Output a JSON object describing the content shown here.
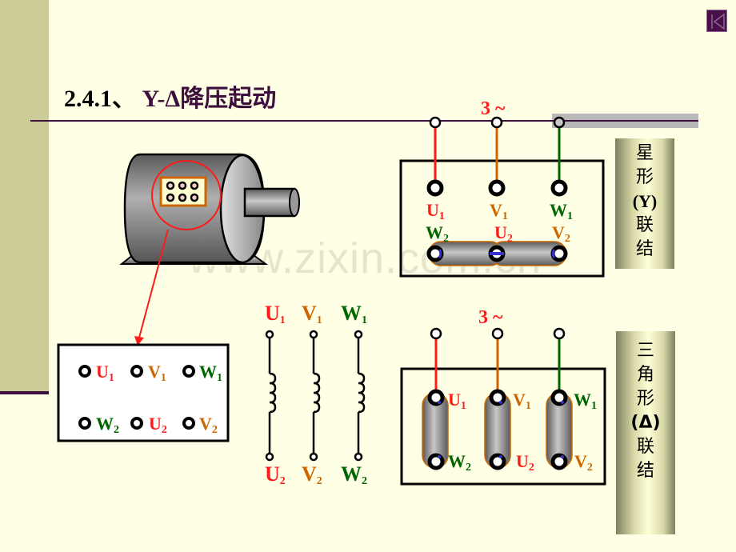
{
  "title": {
    "number": "2.4.1、",
    "text": "Y-Δ降压起动"
  },
  "nav": {
    "back_icon": "skip-back-icon"
  },
  "supply_label": "3 ~",
  "star": {
    "side_label": [
      "星",
      "形",
      "(Y)",
      "联",
      "结"
    ],
    "top_labels": [
      {
        "name": "U",
        "sub": "1",
        "color": "red"
      },
      {
        "name": "V",
        "sub": "1",
        "color": "orange"
      },
      {
        "name": "W",
        "sub": "1",
        "color": "green"
      }
    ],
    "bottom_labels": [
      {
        "name": "W",
        "sub": "2",
        "color": "green"
      },
      {
        "name": "U",
        "sub": "2",
        "color": "red"
      },
      {
        "name": "V",
        "sub": "2",
        "color": "orange"
      }
    ]
  },
  "delta": {
    "side_label": [
      "三",
      "角",
      "形",
      "(Δ)",
      "联",
      "结"
    ],
    "top_labels": [
      {
        "name": "U",
        "sub": "1",
        "color": "red"
      },
      {
        "name": "V",
        "sub": "1",
        "color": "orange"
      },
      {
        "name": "W",
        "sub": "1",
        "color": "green"
      }
    ],
    "bottom_labels": [
      {
        "name": "W",
        "sub": "2",
        "color": "green"
      },
      {
        "name": "U",
        "sub": "2",
        "color": "red"
      },
      {
        "name": "V",
        "sub": "2",
        "color": "orange"
      }
    ]
  },
  "terminal_box": {
    "row1": [
      {
        "name": "U",
        "sub": "1",
        "color": "red"
      },
      {
        "name": "V",
        "sub": "1",
        "color": "orange"
      },
      {
        "name": "W",
        "sub": "1",
        "color": "green"
      }
    ],
    "row2": [
      {
        "name": "W",
        "sub": "2",
        "color": "green"
      },
      {
        "name": "U",
        "sub": "2",
        "color": "red"
      },
      {
        "name": "V",
        "sub": "2",
        "color": "orange"
      }
    ]
  },
  "windings": [
    {
      "top": {
        "name": "U",
        "sub": "1"
      },
      "bottom": {
        "name": "U",
        "sub": "2"
      },
      "color": "red"
    },
    {
      "top": {
        "name": "V",
        "sub": "1"
      },
      "bottom": {
        "name": "V",
        "sub": "2"
      },
      "color": "orange"
    },
    {
      "top": {
        "name": "W",
        "sub": "1"
      },
      "bottom": {
        "name": "W",
        "sub": "2"
      },
      "color": "green"
    }
  ],
  "watermark": "www.zixin.com.cn",
  "colors": {
    "red": "#FF1A1A",
    "orange": "#CC6600",
    "green": "#006600",
    "accent": "#3D0F3D",
    "background": "#FFFFE5"
  }
}
